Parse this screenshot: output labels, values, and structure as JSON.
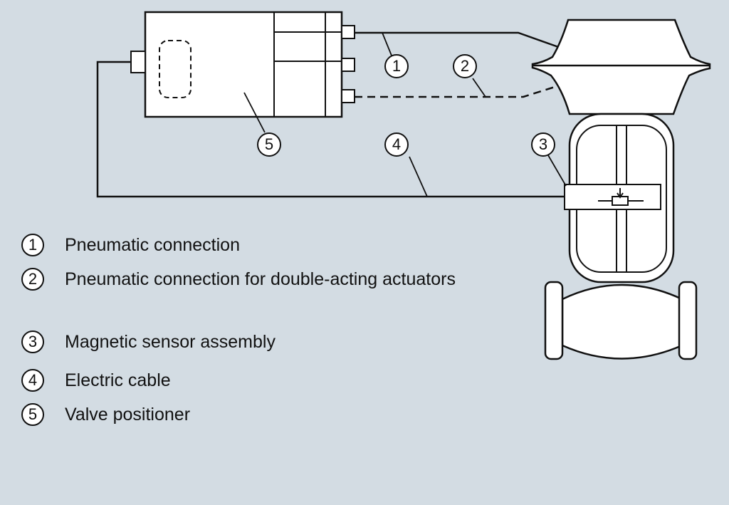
{
  "callouts": {
    "c1": "1",
    "c2": "2",
    "c3": "3",
    "c4": "4",
    "c5": "5"
  },
  "legend": [
    {
      "number": "1",
      "text": "Pneumatic connection"
    },
    {
      "number": "2",
      "text": "Pneumatic connection for double-acting actuators"
    },
    {
      "number": "3",
      "text": "Magnetic sensor assembly"
    },
    {
      "number": "4",
      "text": "Electric cable"
    },
    {
      "number": "5",
      "text": "Valve positioner"
    }
  ],
  "colors": {
    "background": "#d3dce3",
    "line": "#111111",
    "fill": "#ffffff"
  }
}
